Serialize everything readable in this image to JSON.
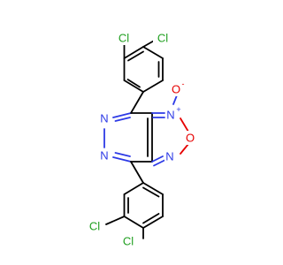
{
  "structure": {
    "colors": {
      "carbon": "#000000",
      "chlorine": "#1f9f1f",
      "nitrogen": "#2d3ae6",
      "oxygen": "#e60000"
    },
    "atoms": {
      "cl_top_left": "Cl",
      "cl_top_right": "Cl",
      "cl_bottom_left": "Cl",
      "cl_bottom_right": "Cl",
      "n_pyridazine_upper": "N",
      "n_pyridazine_lower": "N",
      "n_oxide": "N",
      "n_oxide_charge": "+",
      "o_oxide": "O",
      "o_oxide_charge": "-",
      "o_ring": "O",
      "n_ring_lower": "N"
    }
  }
}
